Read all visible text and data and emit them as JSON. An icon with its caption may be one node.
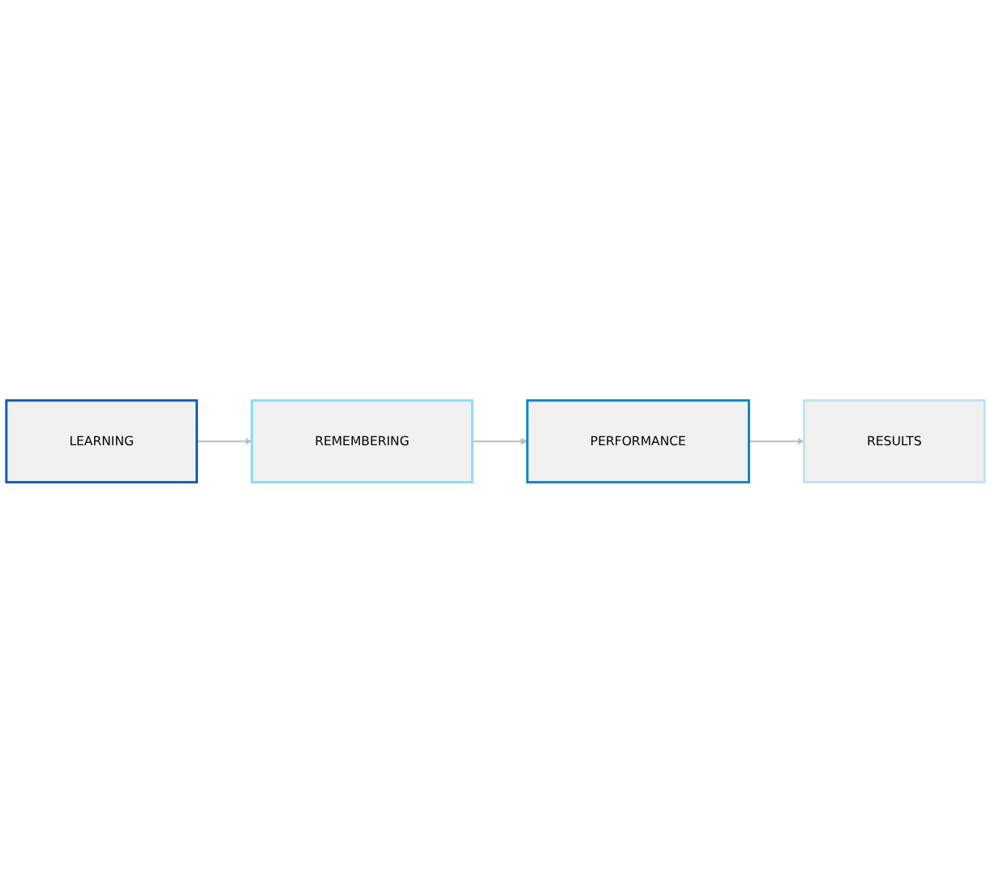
{
  "diagram": {
    "nodes": [
      {
        "text": [
          "LEARNING"
        ]
      },
      {
        "text": [
          "REMEMBERING"
        ]
      },
      {
        "text": [
          "PERFORMANCE"
        ]
      },
      {
        "text": [
          "RESULTS"
        ]
      }
    ],
    "edges": [
      {
        "from": 0,
        "to": 1,
        "arrow": "to"
      },
      {
        "from": 1,
        "to": 2,
        "arrow": "to"
      },
      {
        "from": 2,
        "to": 3,
        "arrow": "to"
      }
    ]
  }
}
